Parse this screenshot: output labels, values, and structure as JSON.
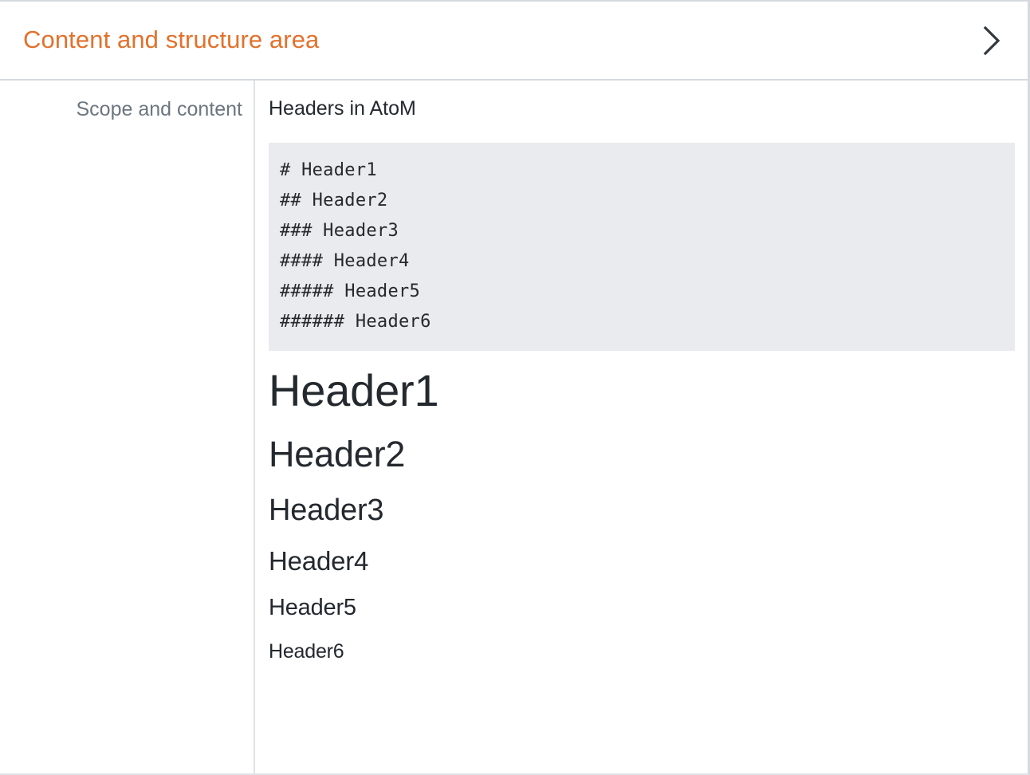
{
  "header": {
    "title": "Content and structure area",
    "title_color": "#e2712c",
    "toggle_icon": "chevron-right-icon"
  },
  "field": {
    "label": "Scope and content"
  },
  "content": {
    "paragraph": "Headers in AtoM",
    "code_block": "# Header1\n## Header2\n### Header3\n#### Header4\n##### Header5\n###### Header6",
    "code_lines": [
      "# Header1",
      "## Header2",
      "### Header3",
      "#### Header4",
      "##### Header5",
      "###### Header6"
    ],
    "rendered_headers": [
      {
        "level": 1,
        "text": "Header1"
      },
      {
        "level": 2,
        "text": "Header2"
      },
      {
        "level": 3,
        "text": "Header3"
      },
      {
        "level": 4,
        "text": "Header4"
      },
      {
        "level": 5,
        "text": "Header5"
      },
      {
        "level": 6,
        "text": "Header6"
      }
    ]
  },
  "colors": {
    "accent": "#e2712c",
    "text": "#23292e",
    "muted_text": "#6b7680",
    "code_background": "#e9ebee",
    "border": "#d5dae0"
  }
}
